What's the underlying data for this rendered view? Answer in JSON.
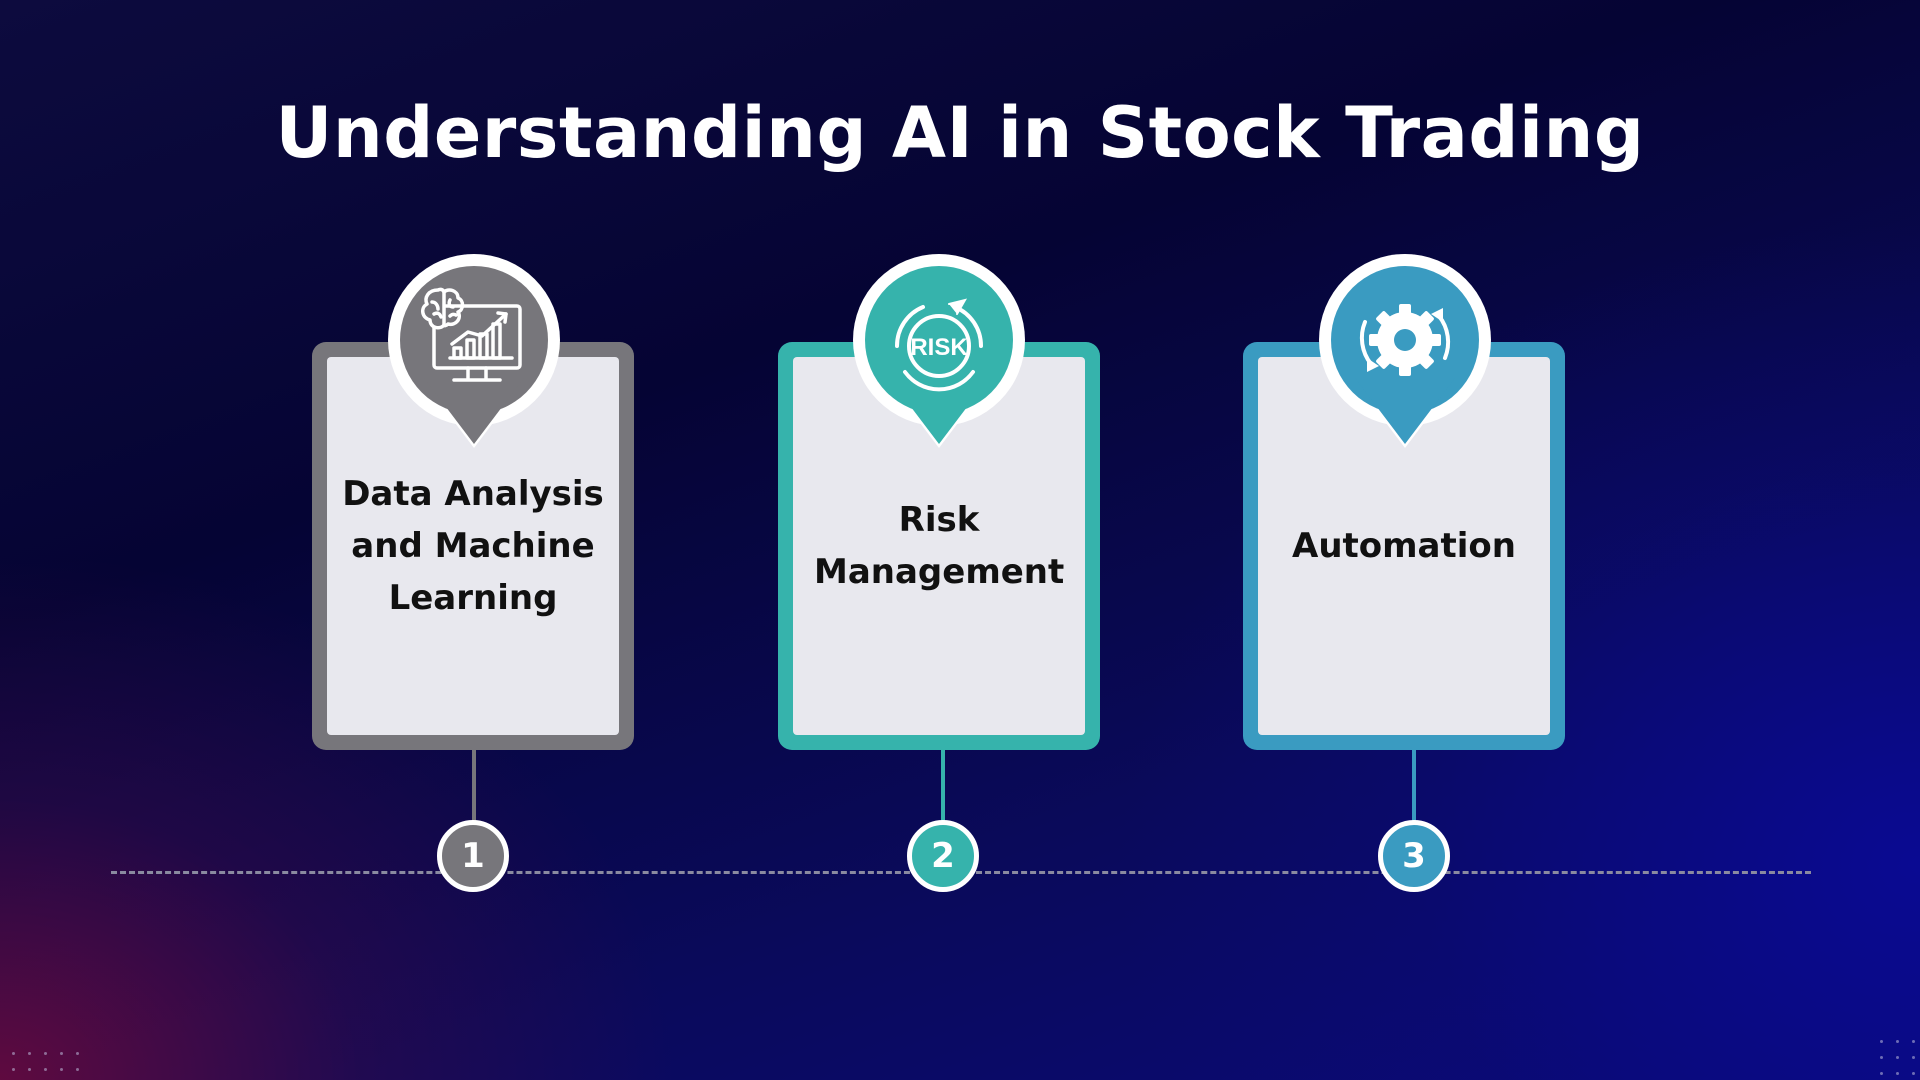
{
  "title": "Understanding AI in Stock Trading",
  "steps": [
    {
      "number": "1",
      "label": "Data Analysis and Machine Learning",
      "icon": "brain-chart-monitor-icon",
      "color": "#77767b"
    },
    {
      "number": "2",
      "label": "Risk Management",
      "icon": "risk-gauge-icon",
      "icon_text": "RISK",
      "color": "#36b3ac"
    },
    {
      "number": "3",
      "label": "Automation",
      "icon": "gear-cycle-icon",
      "color": "#3a9bc1"
    }
  ],
  "colors": {
    "card_fill": "#e8e8ee",
    "text_dark": "#111111",
    "timeline": "#8a8aa0"
  }
}
